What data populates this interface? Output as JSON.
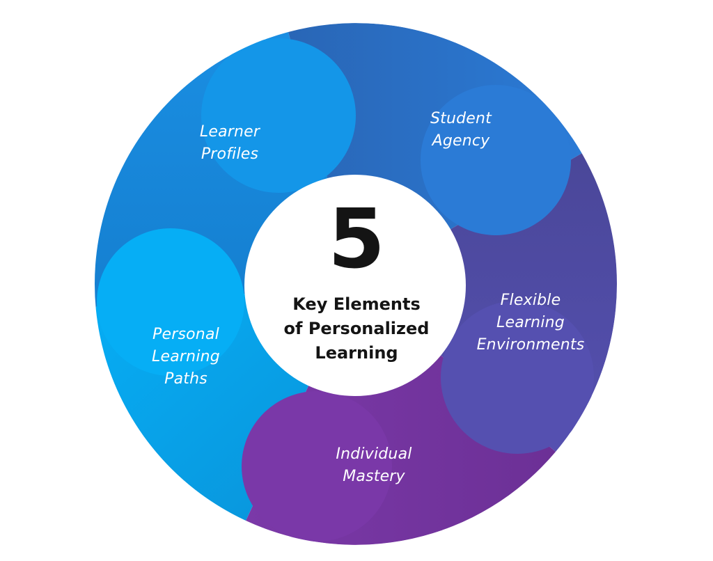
{
  "diagram": {
    "type": "circular-segmented-ring",
    "center": {
      "number": "5",
      "title_lines": [
        "Key Elements",
        "of Personalized",
        "Learning"
      ]
    },
    "segments": [
      {
        "id": "learner-profiles",
        "lines": [
          "Learner",
          "Profiles"
        ],
        "color": "#1496e8",
        "tail_color": "#1d7fd0"
      },
      {
        "id": "student-agency",
        "lines": [
          "Student",
          "Agency"
        ],
        "color": "#2b7bd6",
        "tail_color": "#2a65b8"
      },
      {
        "id": "flexible-learning-environments",
        "lines": [
          "Flexible",
          "Learning",
          "Environments"
        ],
        "color": "#5550b0",
        "tail_color": "#4a4aa0"
      },
      {
        "id": "individual-mastery",
        "lines": [
          "Individual",
          "Mastery"
        ],
        "color": "#7a38a8",
        "tail_color": "#6e3298"
      },
      {
        "id": "personal-learning-paths",
        "lines": [
          "Personal",
          "Learning",
          "Paths"
        ],
        "color": "#06aef5",
        "tail_color": "#0a98de"
      }
    ],
    "colors": {
      "background": "#ffffff",
      "center_fill": "#ffffff",
      "center_text": "#141414",
      "label_text": "#ffffff"
    }
  }
}
